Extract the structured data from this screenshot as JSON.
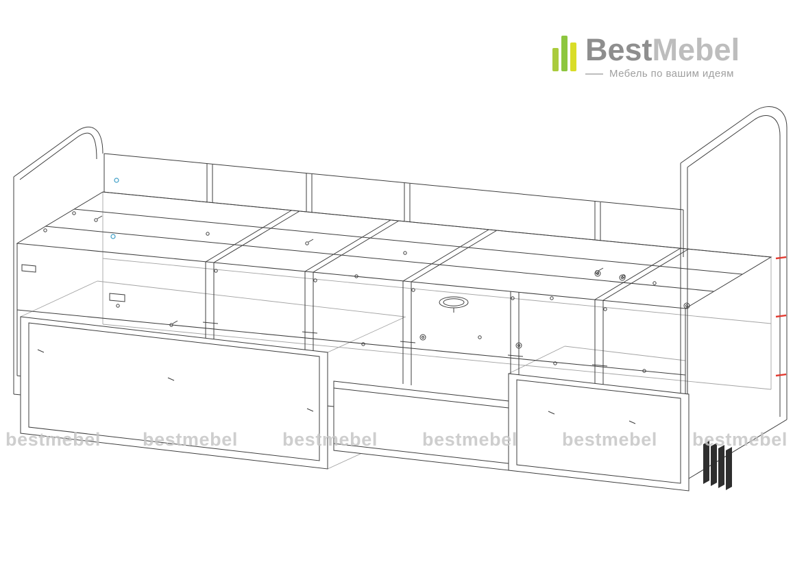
{
  "brand": {
    "name_primary": "Best",
    "name_secondary": "Mebel",
    "tagline": "Мебель по вашим идеям",
    "colors": {
      "bar1": "#aacb3c",
      "bar2": "#8dc63f",
      "bar3": "#d9dd28",
      "best": "#8e8e8e",
      "mebel": "#bdbdbd",
      "tag": "#9f9f9f"
    }
  },
  "watermark": {
    "text": "bestmebel",
    "repetitions": 6,
    "color": "#c6c6c6"
  },
  "drawing": {
    "subject": "furniture-assembly-wireframe",
    "colors": {
      "line": "#3c3c3c",
      "lineLight": "#a3a3a3",
      "accentRed": "#e23a30",
      "accentBlue": "#3e9ec6",
      "foot": "#2e2e2e"
    }
  }
}
